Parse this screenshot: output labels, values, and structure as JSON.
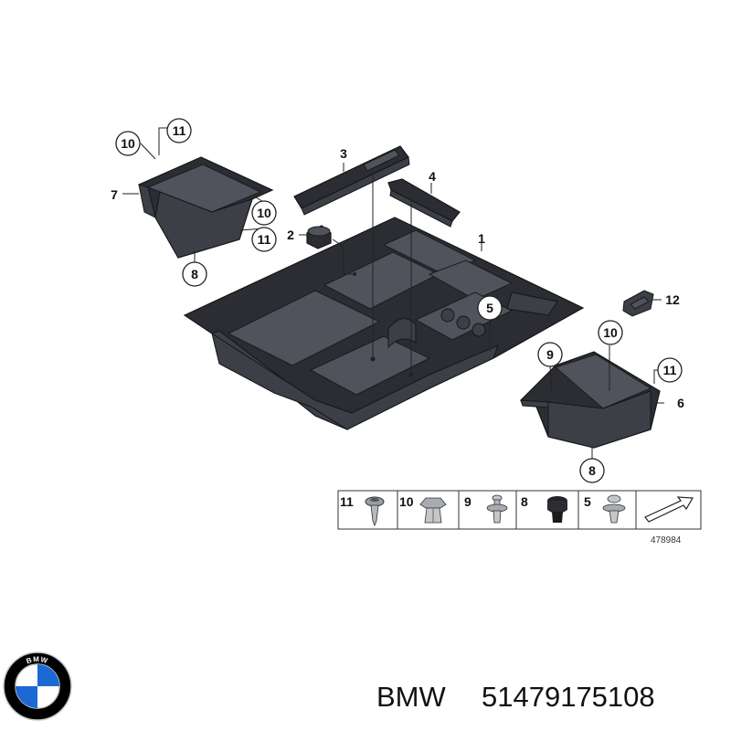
{
  "callouts": {
    "c1": "1",
    "c2": "2",
    "c3": "3",
    "c4": "4",
    "c5": "5",
    "c6": "6",
    "c7": "7",
    "c8a": "8",
    "c8b": "8",
    "c9": "9",
    "c10a": "10",
    "c10b": "10",
    "c10c": "10",
    "c11a": "11",
    "c11b": "11",
    "c11c": "11",
    "c12": "12"
  },
  "legend": {
    "items": [
      {
        "number": "11",
        "icon": "screw-icon"
      },
      {
        "number": "10",
        "icon": "expanding-nut-icon"
      },
      {
        "number": "9",
        "icon": "expanding-rivet-icon"
      },
      {
        "number": "8",
        "icon": "rubber-buffer-icon"
      },
      {
        "number": "5",
        "icon": "push-clip-icon"
      }
    ],
    "direction_icon": "direction-arrow-icon",
    "reference_number": "478984"
  },
  "brand": {
    "logo_letters": "BMW",
    "name": "BMW",
    "part_number": "51479175108"
  },
  "colors": {
    "part": "#2b2d33",
    "line": "#222222",
    "logo_blue": "#1c69d4",
    "logo_ring": "#000000"
  }
}
